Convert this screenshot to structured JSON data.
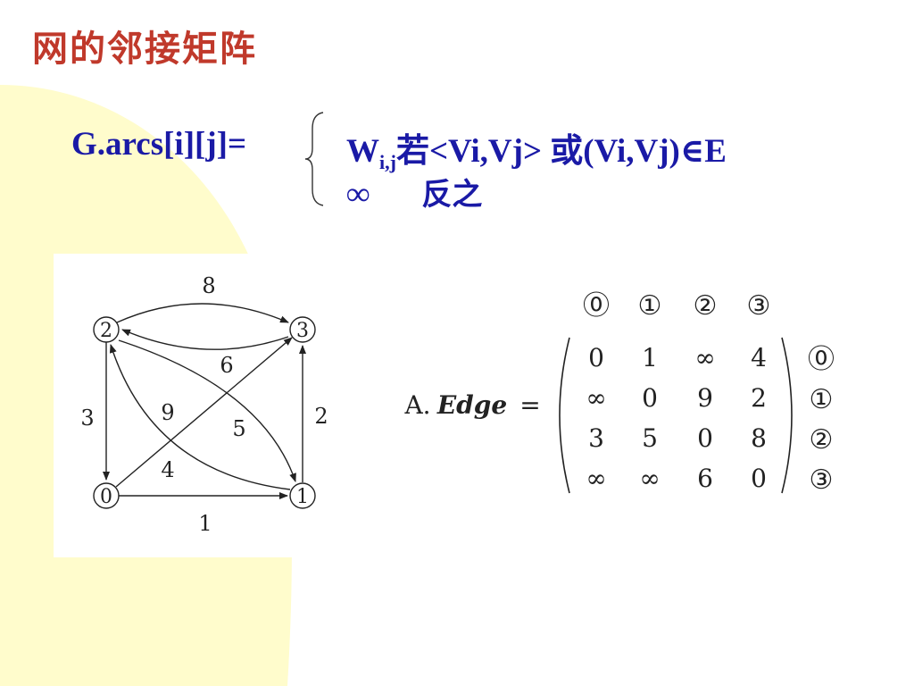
{
  "slide": {
    "title": "网的邻接矩阵",
    "background_accent": "#fffccc",
    "title_color": "#c0392b",
    "text_color": "#1a1aa6"
  },
  "formula": {
    "lhs": "G.arcs[i][j]=",
    "case1_w": "W",
    "case1_sub": "i,j",
    "case1_rest": "若<Vi,Vj> 或(Vi,Vj)∈E",
    "case2_value": "∞",
    "case2_cond": "反之"
  },
  "graph": {
    "nodes": [
      {
        "id": "2",
        "label": "②"
      },
      {
        "id": "3",
        "label": "③"
      },
      {
        "id": "0",
        "label": "⓪"
      },
      {
        "id": "1",
        "label": "①"
      }
    ],
    "edges": [
      {
        "from": "2",
        "to": "3",
        "weight": "8"
      },
      {
        "from": "3",
        "to": "2",
        "weight": "6"
      },
      {
        "from": "2",
        "to": "0",
        "weight": "3"
      },
      {
        "from": "1",
        "to": "3",
        "weight": "2"
      },
      {
        "from": "0",
        "to": "1",
        "weight": "1"
      },
      {
        "from": "0",
        "to": "3",
        "weight": "4"
      },
      {
        "from": "1",
        "to": "2",
        "weight": "9"
      },
      {
        "from": "2",
        "to": "1",
        "weight": "5"
      }
    ]
  },
  "matrix": {
    "name": "A.",
    "field": "Edge",
    "equals": "=",
    "col_headers": [
      "⓪",
      "①",
      "②",
      "③"
    ],
    "row_headers": [
      "⓪",
      "①",
      "②",
      "③"
    ],
    "rows": [
      [
        "0",
        "1",
        "∞",
        "4"
      ],
      [
        "∞",
        "0",
        "9",
        "2"
      ],
      [
        "3",
        "5",
        "0",
        "8"
      ],
      [
        "∞",
        "∞",
        "6",
        "0"
      ]
    ]
  }
}
